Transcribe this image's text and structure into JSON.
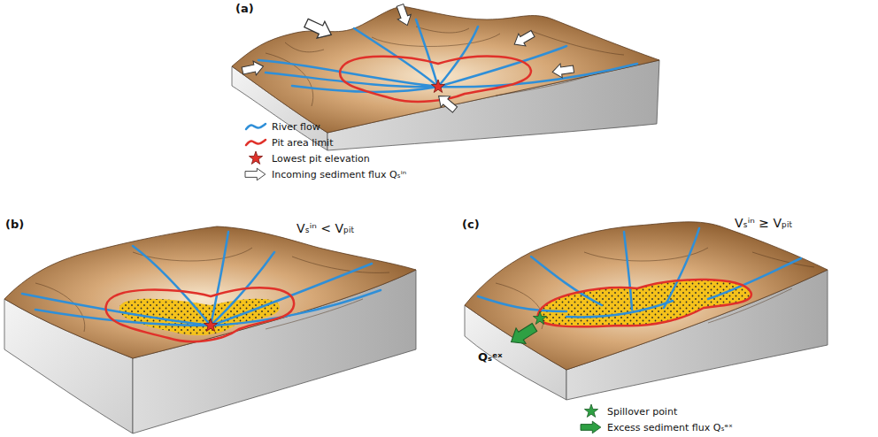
{
  "diagram": {
    "labels": [
      "(a)",
      "(b)",
      "(c)",
      "Vₛⁱⁿ < Vₚᵢₜ",
      "Vₛⁱⁿ ≥ Vₚᵢₜ",
      "Qₛᵉˣ"
    ],
    "legend": [
      {
        "text": "River flow"
      },
      {
        "text": "Pit area limit"
      },
      {
        "text": "Lowest pit elevation"
      },
      {
        "text": "Incoming sediment flux Qₛⁱⁿ"
      },
      {
        "text": "Spillover point"
      },
      {
        "text": "Excess sediment flux Qₛᵉˣ"
      }
    ]
  }
}
